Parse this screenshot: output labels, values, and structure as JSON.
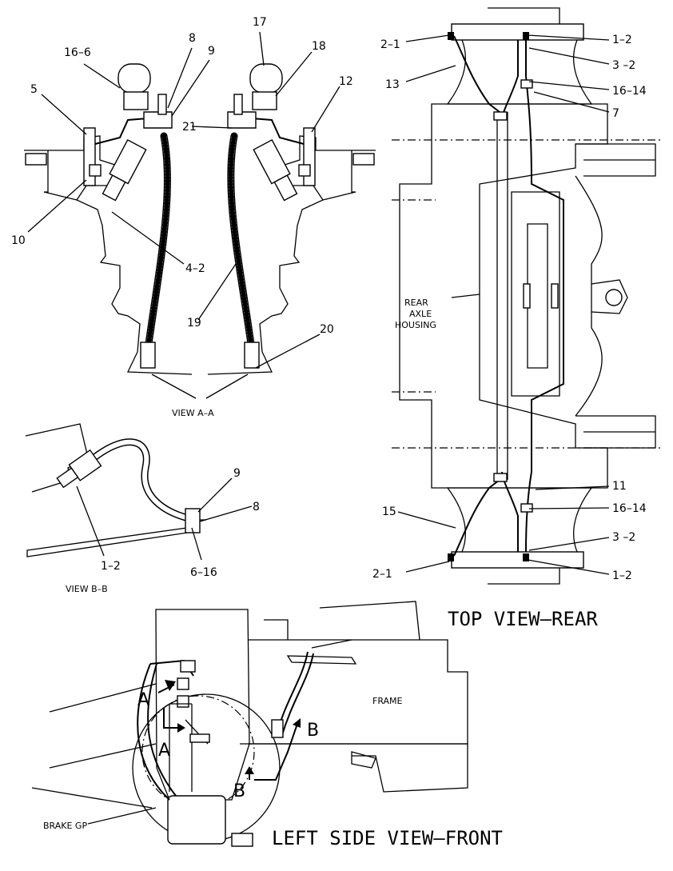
{
  "view_aa": {
    "title": "VIEW A–A",
    "callouts": [
      "16–6",
      "8",
      "9",
      "17",
      "18",
      "5",
      "12",
      "21",
      "10",
      "4–2",
      "19",
      "20"
    ]
  },
  "view_bb": {
    "title": "VIEW B–B",
    "callouts": [
      "9",
      "8",
      "1–2",
      "6–16"
    ]
  },
  "top_view": {
    "title": "TOP VIEW–REAR",
    "housing_label_1": "REAR",
    "housing_label_2": "AXLE",
    "housing_label_3": "HOUSING",
    "callouts_top": [
      "2–1",
      "1–2",
      "3 –2",
      "13",
      "16–14",
      "7"
    ],
    "callouts_bottom": [
      "11",
      "16–14",
      "15",
      "3 –2",
      "2–1",
      "1–2"
    ]
  },
  "side_view": {
    "title": "LEFT SIDE VIEW–FRONT",
    "frame_label": "FRAME",
    "brake_label": "BRAKE GP",
    "section_a": "A",
    "section_b": "B"
  }
}
